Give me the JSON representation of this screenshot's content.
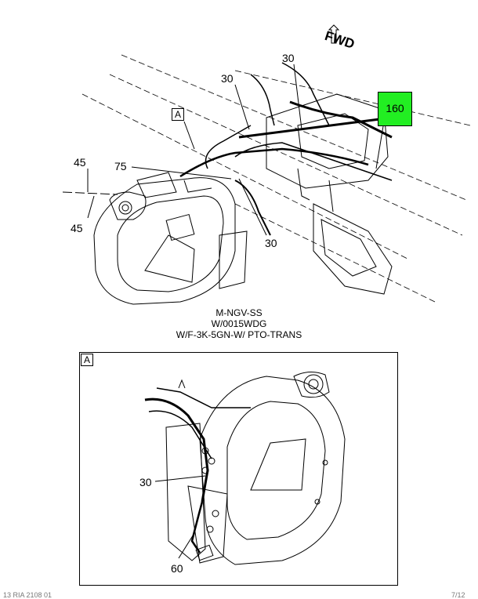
{
  "main_view": {
    "fwd_label": "FWD",
    "view_marker": "A",
    "callouts": {
      "c45_top": "45",
      "c45_bottom": "45",
      "c75": "75",
      "c30_top_left": "30",
      "c30_top_right": "30",
      "c30_right": "30",
      "c160": "160"
    },
    "highlight_color": "#22EE22"
  },
  "caption": {
    "line1": "M-NGV-SS",
    "line2": "W/0015WDG",
    "line3": "W/F-3K-5GN-W/ PTO-TRANS"
  },
  "detail_view": {
    "marker": "A",
    "callouts": {
      "c30": "30",
      "c60": "60"
    }
  },
  "footer": {
    "left": "13 RIA 2108 01",
    "right": "7/12"
  }
}
